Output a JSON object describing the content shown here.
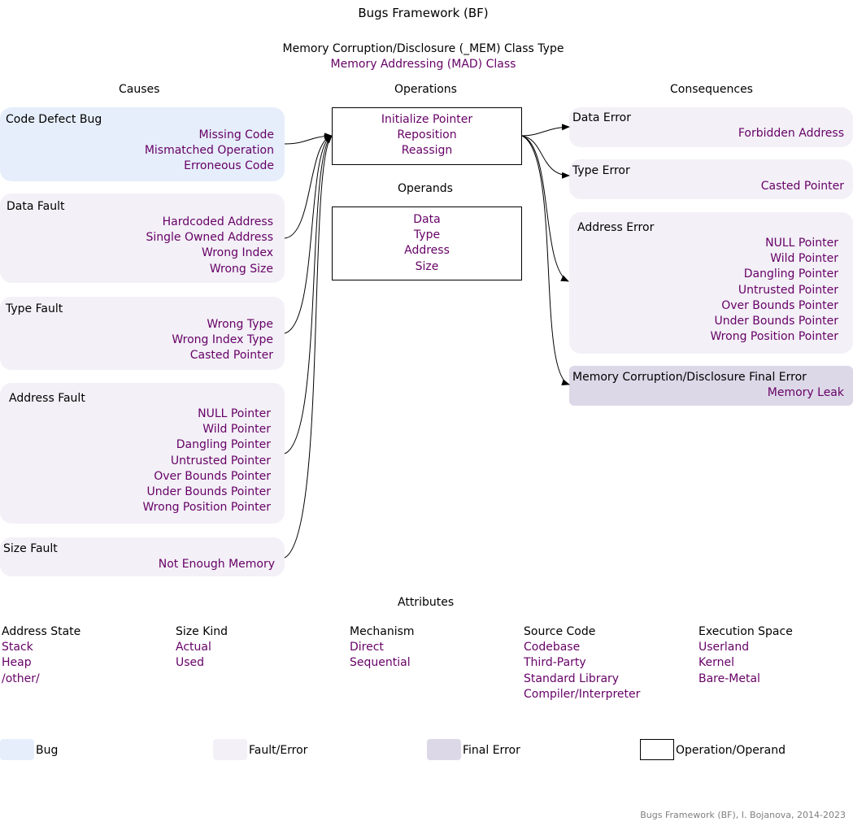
{
  "title": "Bugs Framework (BF)",
  "class_type": "Memory Corruption/Disclosure (_MEM) Class Type",
  "class_name": "Memory Addressing (MAD) Class",
  "headers": {
    "causes": "Causes",
    "operations": "Operations",
    "consequences": "Consequences",
    "operands": "Operands",
    "attributes": "Attributes"
  },
  "causes": [
    {
      "title": "Code Defect Bug",
      "kind": "bug",
      "items": [
        "Missing Code",
        "Mismatched Operation",
        "Erroneous Code"
      ]
    },
    {
      "title": "Data Fault",
      "kind": "fault",
      "items": [
        "Hardcoded Address",
        "Single Owned Address",
        "Wrong Index",
        "Wrong Size"
      ]
    },
    {
      "title": "Type Fault",
      "kind": "fault",
      "items": [
        "Wrong Type",
        "Wrong Index Type",
        "Casted Pointer"
      ]
    },
    {
      "title": "Address Fault",
      "kind": "fault",
      "items": [
        "NULL Pointer",
        "Wild Pointer",
        "Dangling Pointer",
        "Untrusted Pointer",
        "Over Bounds Pointer",
        "Under Bounds Pointer",
        "Wrong Position Pointer"
      ]
    },
    {
      "title": "Size Fault",
      "kind": "fault",
      "items": [
        "Not Enough Memory"
      ]
    }
  ],
  "operations": [
    "Initialize Pointer",
    "Reposition",
    "Reassign"
  ],
  "operands": [
    "Data",
    "Type",
    "Address",
    "Size"
  ],
  "consequences": [
    {
      "title": "Data Error",
      "kind": "fault",
      "items": [
        "Forbidden Address"
      ]
    },
    {
      "title": "Type Error",
      "kind": "fault",
      "items": [
        "Casted Pointer"
      ]
    },
    {
      "title": "Address Error",
      "kind": "fault",
      "items": [
        "NULL Pointer",
        "Wild Pointer",
        "Dangling Pointer",
        "Untrusted Pointer",
        "Over Bounds Pointer",
        "Under Bounds Pointer",
        "Wrong Position Pointer"
      ]
    },
    {
      "title": "Memory Corruption/Disclosure Final Error",
      "kind": "final",
      "items": [
        "Memory Leak"
      ]
    }
  ],
  "attributes": [
    {
      "name": "Address State",
      "values": [
        "Stack",
        "Heap",
        "/other/"
      ]
    },
    {
      "name": "Size Kind",
      "values": [
        "Actual",
        "Used"
      ]
    },
    {
      "name": "Mechanism",
      "values": [
        "Direct",
        "Sequential"
      ]
    },
    {
      "name": "Source Code",
      "values": [
        "Codebase",
        "Third-Party",
        "Standard Library",
        "Compiler/Interpreter"
      ]
    },
    {
      "name": "Execution Space",
      "values": [
        "Userland",
        "Kernel",
        "Bare-Metal"
      ]
    }
  ],
  "legend": [
    {
      "label": "Bug",
      "kind": "bug"
    },
    {
      "label": "Fault/Error",
      "kind": "fault"
    },
    {
      "label": "Final Error",
      "kind": "final"
    },
    {
      "label": "Operation/Operand",
      "kind": "operation"
    }
  ],
  "footer": "Bugs Framework (BF), I. Bojanova, 2014-2023",
  "colors": {
    "bug": "#e6eefb",
    "fault": "#f3f0f7",
    "final": "#ddd8e8",
    "value_text": "#660066"
  }
}
